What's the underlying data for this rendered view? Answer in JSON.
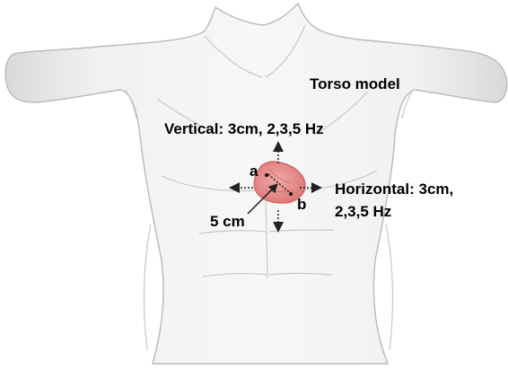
{
  "labels": {
    "model": "Torso model",
    "vertical": "Vertical: 3cm, 2,3,5 Hz",
    "horizontal_line1": "Horizontal: 3cm,",
    "horizontal_line2": "2,3,5 Hz",
    "point_a": "a",
    "point_b": "b",
    "distance": "5 cm"
  },
  "colors": {
    "torso_fill": "#eeeeee",
    "torso_stroke": "#b9b9b9",
    "heart_fill": "#e58a8a",
    "heart_edge": "#cf6a6a",
    "arrow": "#222222",
    "text": "#000000"
  }
}
